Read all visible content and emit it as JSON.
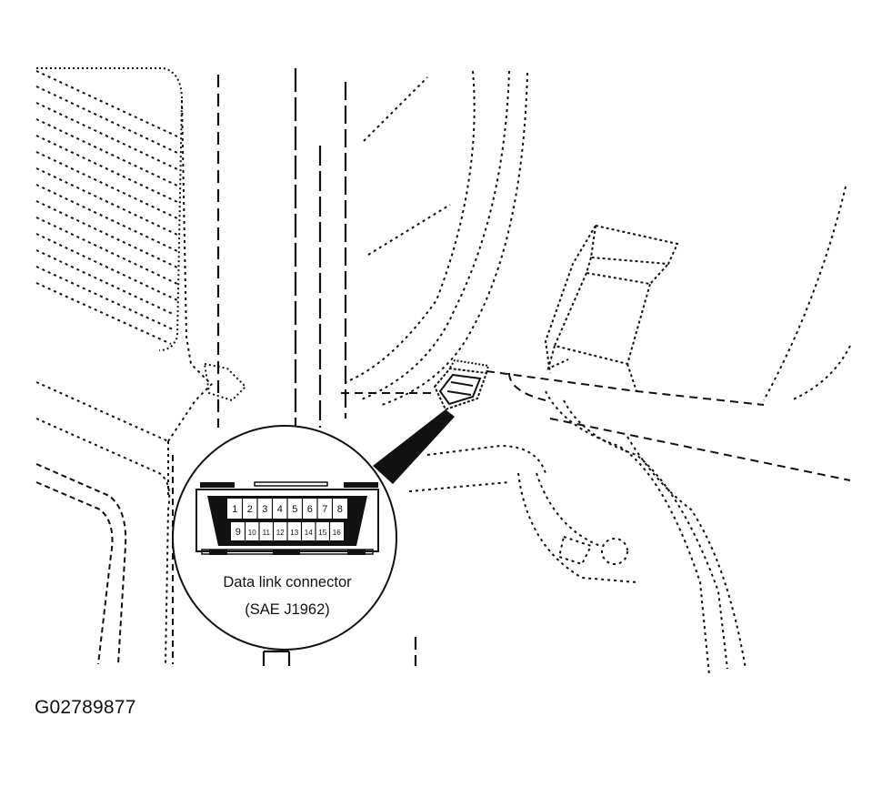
{
  "figure": {
    "id": "G02789877"
  },
  "callout": {
    "caption_line1": "Data link connector",
    "caption_line2": "(SAE J1962)",
    "pins_top": [
      "1",
      "2",
      "3",
      "4",
      "5",
      "6",
      "7",
      "8"
    ],
    "pins_bottom": [
      "9",
      "10",
      "11",
      "12",
      "13",
      "14",
      "15",
      "16"
    ]
  },
  "colors": {
    "ink": "#111111",
    "background": "#ffffff"
  }
}
